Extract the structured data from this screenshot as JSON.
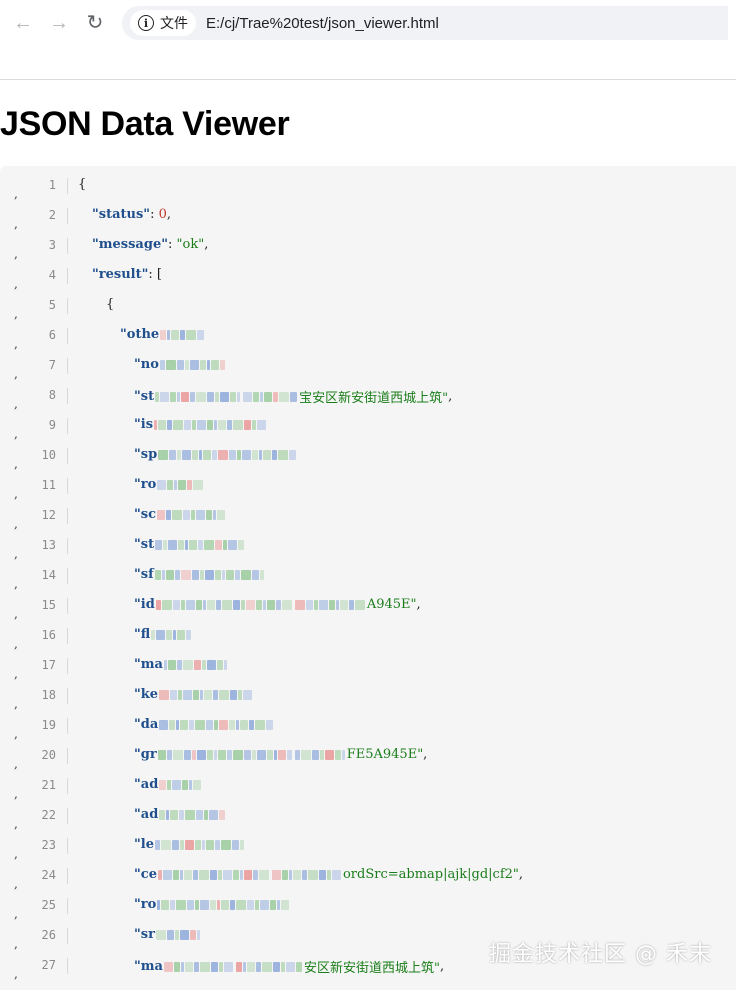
{
  "browser": {
    "site_label": "文件",
    "url": "E:/cj/Trae%20test/json_viewer.html",
    "back_icon": "arrow-left-icon",
    "forward_icon": "arrow-right-icon",
    "reload_icon": "reload-icon",
    "info_icon": "info-icon"
  },
  "page": {
    "title": "JSON Data Viewer"
  },
  "code": {
    "lines": [
      {
        "num": "1",
        "indent": 0,
        "key": "",
        "value": "{",
        "vtype": "p",
        "comma": false,
        "blurred": false
      },
      {
        "num": "2",
        "indent": 1,
        "key": "\"status\"",
        "value": "0",
        "vtype": "n",
        "comma": true,
        "blurred": false
      },
      {
        "num": "3",
        "indent": 1,
        "key": "\"message\"",
        "value": "\"ok\"",
        "vtype": "s",
        "comma": true,
        "blurred": false
      },
      {
        "num": "4",
        "indent": 1,
        "key": "\"result\"",
        "value": "[",
        "vtype": "p",
        "comma": false,
        "blurred": false
      },
      {
        "num": "5",
        "indent": 2,
        "key": "",
        "value": "{",
        "vtype": "p",
        "comma": false,
        "blurred": false
      },
      {
        "num": "6",
        "indent": 3,
        "key": "\"othe",
        "value": "",
        "vtype": "s",
        "comma": false,
        "blurred": true
      },
      {
        "num": "7",
        "indent": 4,
        "key": "\"no",
        "value": "",
        "vtype": "s",
        "comma": false,
        "blurred": true
      },
      {
        "num": "8",
        "indent": 4,
        "key": "\"st",
        "value": "宝安区新安街道西城上筑\"",
        "vtype": "s",
        "comma": true,
        "blurred": true
      },
      {
        "num": "9",
        "indent": 4,
        "key": "\"is",
        "value": "",
        "vtype": "s",
        "comma": false,
        "blurred": true
      },
      {
        "num": "10",
        "indent": 4,
        "key": "\"sp",
        "value": "",
        "vtype": "s",
        "comma": false,
        "blurred": true
      },
      {
        "num": "11",
        "indent": 4,
        "key": "\"ro",
        "value": "",
        "vtype": "s",
        "comma": false,
        "blurred": true
      },
      {
        "num": "12",
        "indent": 4,
        "key": "\"sc",
        "value": "",
        "vtype": "s",
        "comma": false,
        "blurred": true
      },
      {
        "num": "13",
        "indent": 4,
        "key": "\"st",
        "value": "",
        "vtype": "s",
        "comma": false,
        "blurred": true
      },
      {
        "num": "14",
        "indent": 4,
        "key": "\"sf",
        "value": "",
        "vtype": "s",
        "comma": false,
        "blurred": true
      },
      {
        "num": "15",
        "indent": 4,
        "key": "\"id",
        "value": "A945E\"",
        "vtype": "s",
        "comma": true,
        "blurred": true
      },
      {
        "num": "16",
        "indent": 4,
        "key": "\"fl",
        "value": "",
        "vtype": "s",
        "comma": false,
        "blurred": true
      },
      {
        "num": "17",
        "indent": 4,
        "key": "\"ma",
        "value": "",
        "vtype": "s",
        "comma": false,
        "blurred": true
      },
      {
        "num": "18",
        "indent": 4,
        "key": "\"ke",
        "value": "",
        "vtype": "s",
        "comma": false,
        "blurred": true
      },
      {
        "num": "19",
        "indent": 4,
        "key": "\"da",
        "value": "",
        "vtype": "s",
        "comma": false,
        "blurred": true
      },
      {
        "num": "20",
        "indent": 4,
        "key": "\"gr",
        "value": "FE5A945E\"",
        "vtype": "s",
        "comma": true,
        "blurred": true
      },
      {
        "num": "21",
        "indent": 4,
        "key": "\"ad",
        "value": "",
        "vtype": "s",
        "comma": false,
        "blurred": true
      },
      {
        "num": "22",
        "indent": 4,
        "key": "\"ad",
        "value": "",
        "vtype": "s",
        "comma": false,
        "blurred": true
      },
      {
        "num": "23",
        "indent": 4,
        "key": "\"le",
        "value": "",
        "vtype": "s",
        "comma": false,
        "blurred": true
      },
      {
        "num": "24",
        "indent": 4,
        "key": "\"ce",
        "value": "ordSrc=abmap|ajk|gd|cf2\"",
        "vtype": "s",
        "comma": true,
        "blurred": true
      },
      {
        "num": "25",
        "indent": 4,
        "key": "\"ro",
        "value": "",
        "vtype": "s",
        "comma": false,
        "blurred": true
      },
      {
        "num": "26",
        "indent": 4,
        "key": "\"sr",
        "value": "",
        "vtype": "s",
        "comma": false,
        "blurred": true
      },
      {
        "num": "27",
        "indent": 4,
        "key": "\"ma",
        "value": "安区新安街道西城上筑\"",
        "vtype": "s",
        "comma": true,
        "blurred": true
      }
    ]
  },
  "watermark": "掘金技术社区 @ 禾末",
  "colors": {
    "key": "#1f4f8c",
    "string": "#1a7d1a",
    "number": "#c0392b",
    "code_bg": "#f5f5f5",
    "blur_blue": "#7f9fd6",
    "blur_green": "#8fc48f",
    "blur_red": "#e88a8a"
  }
}
